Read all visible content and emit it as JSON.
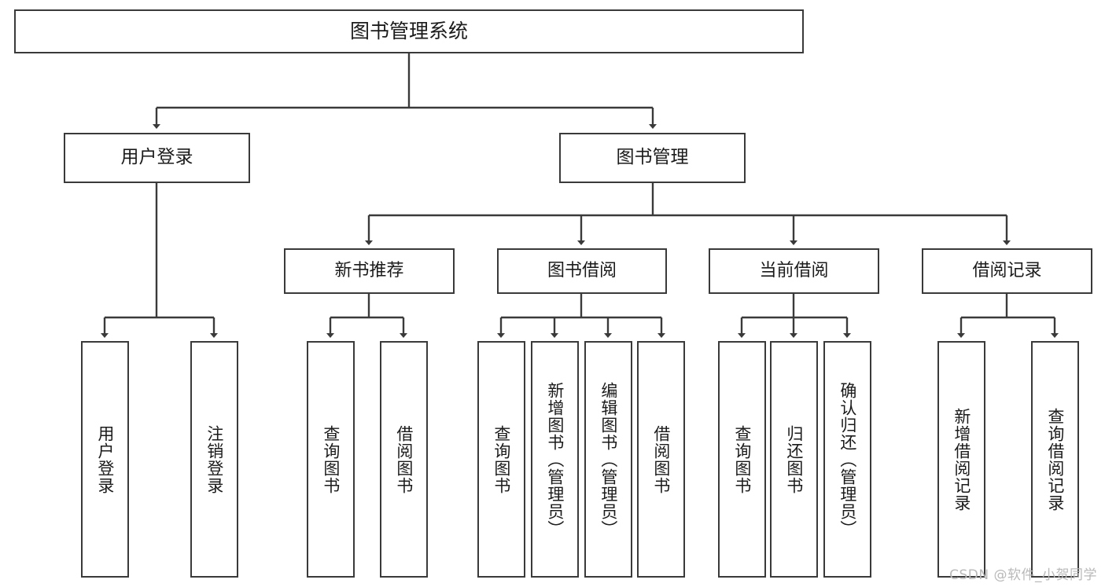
{
  "diagram": {
    "title": "图书管理系统",
    "type": "tree-hierarchy-diagram",
    "root": {
      "label": "图书管理系统"
    },
    "level2": [
      {
        "label": "用户登录"
      },
      {
        "label": "图书管理"
      }
    ],
    "level3": [
      {
        "label": "新书推荐"
      },
      {
        "label": "图书借阅"
      },
      {
        "label": "当前借阅"
      },
      {
        "label": "借阅记录"
      }
    ],
    "leaves": {
      "user_login": [
        {
          "label": "用户登录"
        },
        {
          "label": "注销登录"
        }
      ],
      "new_book_recommend": [
        {
          "label": "查询图书"
        },
        {
          "label": "借阅图书"
        }
      ],
      "book_borrow": [
        {
          "label": "查询图书"
        },
        {
          "label": "新增图书（管理员）"
        },
        {
          "label": "编辑图书（管理员）"
        },
        {
          "label": "借阅图书"
        }
      ],
      "current_borrow": [
        {
          "label": "查询图书"
        },
        {
          "label": "归还图书"
        },
        {
          "label": "确认归还（管理员）"
        }
      ],
      "borrow_record": [
        {
          "label": "新增借阅记录"
        },
        {
          "label": "查询借阅记录"
        }
      ]
    },
    "colors": {
      "stroke": "#3a3a3a",
      "background": "#ffffff",
      "text": "#1b1b1b",
      "watermark": "#b9b9b9"
    }
  },
  "watermark": {
    "text": "CSDN @软件_小贺同学"
  }
}
